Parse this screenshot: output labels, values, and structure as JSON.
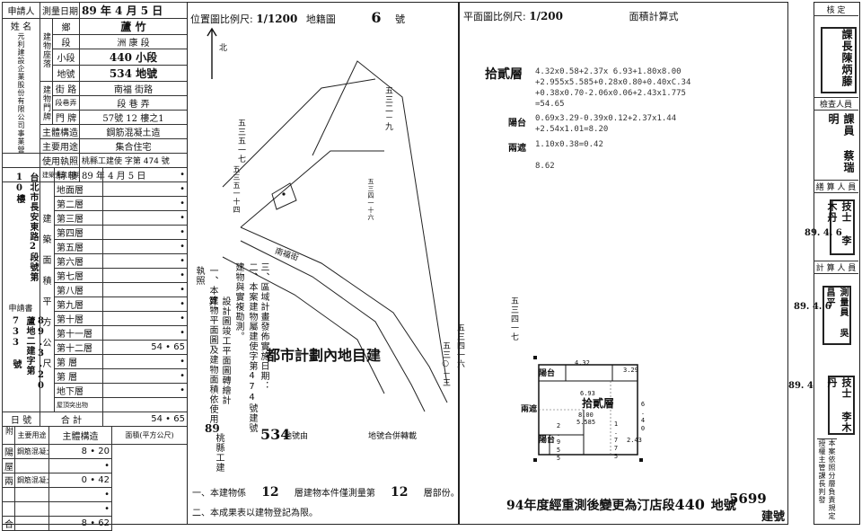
{
  "left": {
    "applicant_label": "申請人",
    "survey_date_label": "測量日期",
    "survey_date": "89 年 4 月 5 日",
    "name_label": "姓 名",
    "applicant_entity": "元利建設企業股份有限公司事業營造部",
    "location_labels": [
      "鄉",
      "段",
      "小段",
      "地號"
    ],
    "township": "蘆 竹",
    "section": "洲 康 段",
    "subsection": "440 小段",
    "lot_no": "534 地號",
    "building_label": "建物門牌",
    "road_label": "街 路",
    "road": "南福 街路",
    "lane_label": "段巷弄",
    "lane": "段 巷 弄",
    "number_label": "門 牌",
    "number": "57號 12 樓之1",
    "structure_label": "主體構造",
    "structure": "鋼筋混凝土造",
    "usage_label": "主要用途",
    "usage": "集合住宅",
    "license_label": "使用執照",
    "license": "桃縣工建使 字第 474 號",
    "completion_label": "建築完成日期",
    "completion": "89 年 4 月 5 日",
    "address_vertical": "台北市長安東路2段號第10樓",
    "floors": [
      {
        "name": "騎 樓",
        "value": "•"
      },
      {
        "name": "地面層",
        "value": "•"
      },
      {
        "name": "第二層",
        "value": "•"
      },
      {
        "name": "第三層",
        "value": "•"
      },
      {
        "name": "第四層",
        "value": "•"
      },
      {
        "name": "第五層",
        "value": "•"
      },
      {
        "name": "第六層",
        "value": "•"
      },
      {
        "name": "第七層",
        "value": "•"
      },
      {
        "name": "第八層",
        "value": "•"
      },
      {
        "name": "第九層",
        "value": "•"
      },
      {
        "name": "第十層",
        "value": "•"
      },
      {
        "name": "第十一層",
        "value": "•"
      },
      {
        "name": "第十二層",
        "value": "54 • 65"
      },
      {
        "name": "第 層",
        "value": "•"
      },
      {
        "name": "第 層",
        "value": "•"
      },
      {
        "name": "地下層",
        "value": "•"
      },
      {
        "name": "屋頂突出物",
        "value": ""
      }
    ],
    "area_side_labels": [
      "建",
      "築",
      "面",
      "積",
      "平",
      "方",
      "公",
      "尺"
    ],
    "application_label": "申請書",
    "application_no": "89.3.20 蘆地二建字第 733 號",
    "total_label": "合 計",
    "total_value": "54 • 65",
    "annex_header": [
      "主要用途",
      "主體構造",
      "面積(平方公尺)"
    ],
    "annex_rows": [
      {
        "use": "陽 台",
        "struct": "鋼筋混凝土造",
        "area": "8 • 20"
      },
      {
        "use": "屋 層",
        "struct": "",
        "area": "•"
      },
      {
        "use": "兩 遮",
        "struct": "鋼筋混凝土造",
        "area": "0 • 42"
      },
      {
        "use": "",
        "struct": "",
        "area": "•"
      },
      {
        "use": "",
        "struct": "",
        "area": "•"
      }
    ],
    "annex_side": "附 屬 建 物",
    "annex_total_label": "合 計",
    "annex_total": "8 • 62"
  },
  "location_map": {
    "title_label": "位置圖比例尺:",
    "scale": "1/1200",
    "map_label": "地籍圖",
    "map_no": "6",
    "map_no_suffix": "號",
    "north_label": "北",
    "lots": [
      "五三二－九",
      "五三五一七",
      "五三五一十四",
      "五三四一十六",
      "五三四一七",
      "五三四一六",
      "五三○－三"
    ],
    "street": "南福街",
    "zone_text": "都市計劃內地目建",
    "lot_small": "五三四",
    "notes": [
      "三、區域計畫發佈實施日期：",
      "二、本案建物屬建使字第474號建號建物與實複勘測。",
      "一、本建物平面圖及建物面積依使用執照",
      "桃縣工建",
      "設計圖竣工平面圖轉繪計算。"
    ],
    "note_year": "89",
    "lot_534": "534",
    "lot_534_text": "地號由",
    "merge_text": "地號合併轉載",
    "bottom_note1_a": "一、本建物係",
    "bottom_note1_b": "12",
    "bottom_note1_c": "層建物本件僅測量第",
    "bottom_note1_d": "12",
    "bottom_note1_e": "層部份。",
    "bottom_note2": "二、本成果表以建物登記為限。"
  },
  "floor_plan": {
    "scale_label": "平面圖比例尺:",
    "scale": "1/200",
    "calc_label": "面積計算式",
    "floor_title": "拾貳層",
    "main_calc": [
      "4.32x0.58+2.37x 6.93+1.80x8.00",
      "+2.955x5.585+0.28x0.80+0.40xC.34",
      "+0.38x0.70-2.06x0.06+2.43x1.775",
      "=54.65"
    ],
    "balcony_label": "陽台",
    "balcony_calc": [
      "0.69x3.29-0.39x0.12+2.37x1.44",
      "+2.54x1.01=8.20"
    ],
    "rain_label": "兩遮",
    "rain_calc": [
      "1.10x0.38=0.42"
    ],
    "subtotal": "8.62",
    "plan_labels": {
      "floor": "拾貳層",
      "balcony": "陽台",
      "rain": "兩遮",
      "dim1": "4.32",
      "dim2": "3.29",
      "dim3": "6.93",
      "dim4": "8.00",
      "dim5": "5.585",
      "dim6": "2.43",
      "dim7": "1.775",
      "dim8": "6.40",
      "dim9": "2.955"
    }
  },
  "footer": {
    "prefix": "94年度經重測後變更為",
    "section": "汀店段",
    "lot": "440",
    "lot_suffix": "地號",
    "bldg_no": "5699",
    "bldg_suffix": "建號"
  },
  "right": {
    "checker_label": "核 定",
    "checker_stamp": "課長陳炳藤",
    "inspector_label": "檢查人員",
    "inspector_stamp": "課員 蔡瑞明",
    "renderer_label": "繕 算 人 員",
    "renderer_stamp": "技士 李木丹",
    "renderer_date": "89. 4. 6",
    "calc_label": "計 算 人 員",
    "calc_stamp": "測量員 吳昌平",
    "calc_date": "89. 4. 6",
    "surveyor_stamp": "技士 李木丹",
    "surveyor_date": "89. 4",
    "footnote": "本案依照分層負責規定授權主管課長判發"
  }
}
